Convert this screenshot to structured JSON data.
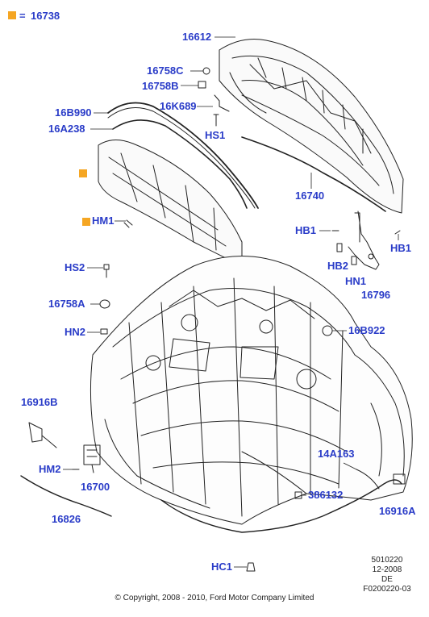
{
  "legend": {
    "marker": "■",
    "equals": "=",
    "part": "16738",
    "color": "#f5a623"
  },
  "labels": {
    "p16612": "16612",
    "p16758C": "16758C",
    "p16758B": "16758B",
    "p16K689": "16K689",
    "pHS1": "HS1",
    "p16B990": "16B990",
    "p16A238": "16A238",
    "p16740": "16740",
    "pHM1": "HM1",
    "pHB1a": "HB1",
    "pHB1b": "HB1",
    "pHB2": "HB2",
    "pHN1": "HN1",
    "p16796": "16796",
    "pHS2": "HS2",
    "p16758A": "16758A",
    "pHN2": "HN2",
    "p16B922": "16B922",
    "p16916B": "16916B",
    "pHM2": "HM2",
    "p16700": "16700",
    "p16826": "16826",
    "p14A163": "14A163",
    "p386132": "386132",
    "p16916A": "16916A",
    "pHC1": "HC1"
  },
  "reference": {
    "line1": "5010220",
    "line2": "12-2008",
    "line3": "DE",
    "line4": "F0200220-03"
  },
  "copyright": "© Copyright, 2008 - 2010, Ford Motor Company Limited",
  "colors": {
    "label": "#2a3cc8",
    "highlight": "#f5a623",
    "line": "#222222"
  }
}
